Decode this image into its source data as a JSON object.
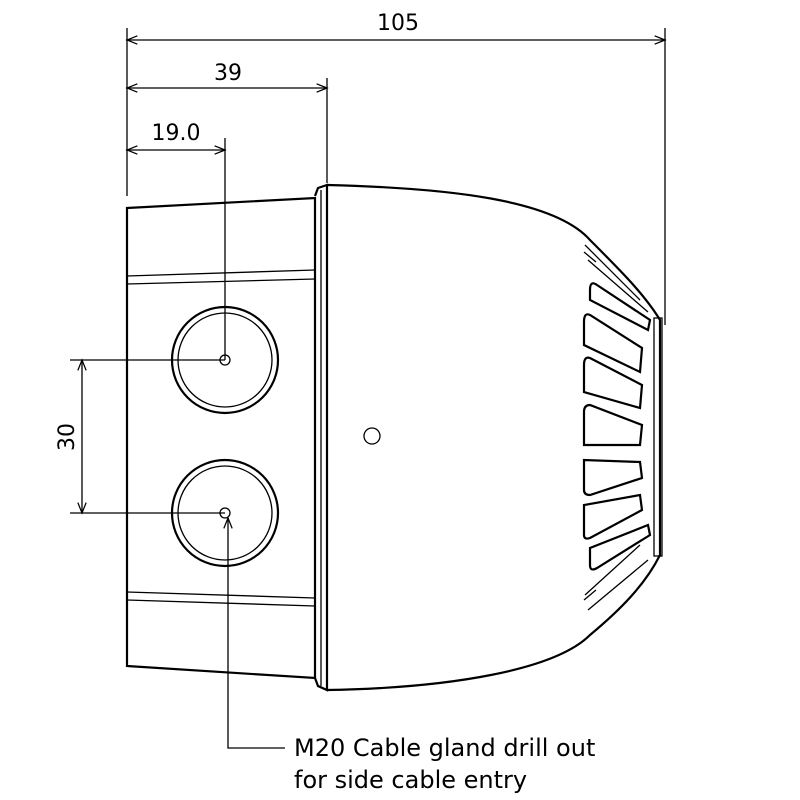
{
  "dimensions": {
    "overall_width": "105",
    "front_to_flange": "39",
    "front_to_gland_center": "19.0",
    "gland_spacing": "30"
  },
  "annotation": {
    "line1": "M20 Cable gland drill out",
    "line2": "for side cable entry"
  }
}
